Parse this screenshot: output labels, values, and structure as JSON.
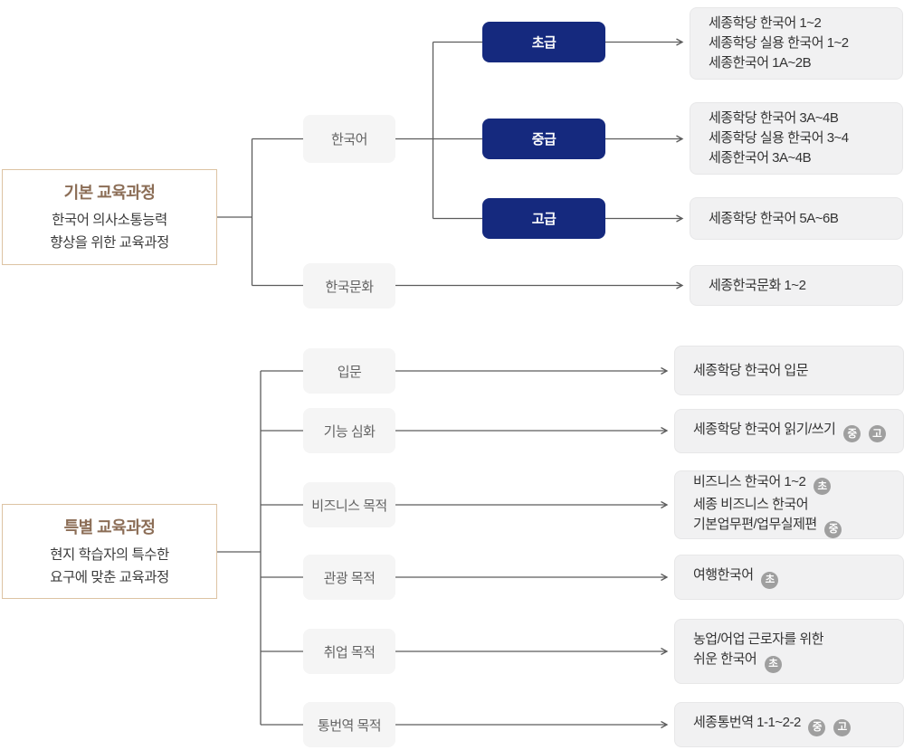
{
  "diagram": {
    "basic": {
      "title": "기본 교육과정",
      "desc1": "한국어 의사소통능력",
      "desc2": "향상을 위한 교육과정",
      "cat_korean": "한국어",
      "cat_culture": "한국문화",
      "level_beginner": "초급",
      "level_intermediate": "중급",
      "level_advanced": "고급",
      "out_beginner": [
        "세종학당 한국어 1~2",
        "세종학당 실용 한국어 1~2",
        "세종한국어 1A~2B"
      ],
      "out_intermediate": [
        "세종학당 한국어 3A~4B",
        "세종학당 실용 한국어 3~4",
        "세종한국어 3A~4B"
      ],
      "out_advanced": "세종학당 한국어 5A~6B",
      "out_culture": "세종한국문화 1~2"
    },
    "special": {
      "title": "특별 교육과정",
      "desc1": "현지 학습자의 특수한",
      "desc2": "요구에 맞춘 교육과정",
      "rows": [
        {
          "category": "입문",
          "l1": "세종학당 한국어 입문"
        },
        {
          "category": "기능 심화",
          "l1": "세종학당 한국어 읽기/쓰기",
          "l1b1": "중",
          "l1b2": "고"
        },
        {
          "category": "비즈니스 목적",
          "l1": "비즈니스 한국어 1~2",
          "l1b1": "초",
          "l2": "세종 비즈니스 한국어",
          "l3": "기본업무편/업무실제편",
          "l3b1": "중"
        },
        {
          "category": "관광 목적",
          "l1": "여행한국어",
          "l1b1": "초"
        },
        {
          "category": "취업 목적",
          "l1": "농업/어업 근로자를 위한",
          "l2": "쉬운 한국어",
          "l2b1": "초"
        },
        {
          "category": "통번역 목적",
          "l1": "세종통번역 1-1~2-2",
          "l1b1": "중",
          "l1b2": "고"
        }
      ]
    },
    "colors": {
      "navy": "#15297e",
      "badge_gray": "#9f9f9f",
      "accent_brown": "#8c6e57",
      "box_border_tan": "#ddc3a3",
      "line_gray": "#5c5c5c"
    }
  }
}
